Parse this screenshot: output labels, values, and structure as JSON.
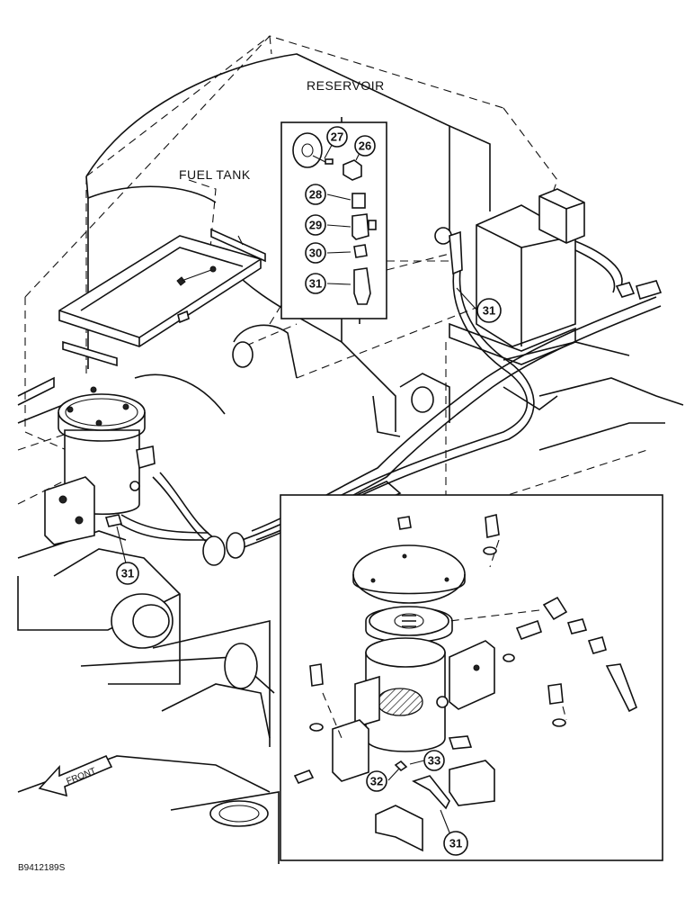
{
  "labels": {
    "reservoir": "RESERVOIR",
    "fuel_tank": "FUEL TANK",
    "front": "FRONT",
    "drawing_number": "B9412189S"
  },
  "callouts": [
    "27",
    "26",
    "28",
    "29",
    "30",
    "31",
    "31",
    "31",
    "32",
    "33",
    "31"
  ]
}
